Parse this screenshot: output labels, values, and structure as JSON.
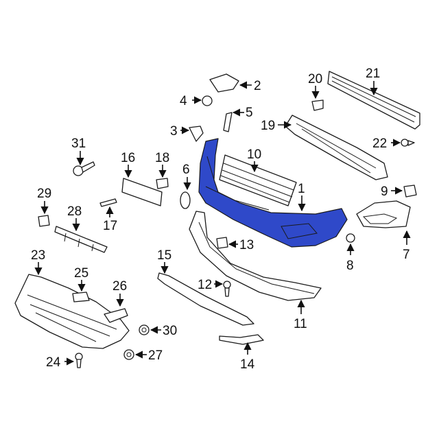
{
  "diagram": {
    "highlight_color": "#2f49c9",
    "callouts": {
      "c1": "1",
      "c2": "2",
      "c3": "3",
      "c4": "4",
      "c5": "5",
      "c6": "6",
      "c7": "7",
      "c8": "8",
      "c9": "9",
      "c10": "10",
      "c11": "11",
      "c12": "12",
      "c13": "13",
      "c14": "14",
      "c15": "15",
      "c16": "16",
      "c17": "17",
      "c18": "18",
      "c19": "19",
      "c20": "20",
      "c21": "21",
      "c22": "22",
      "c23": "23",
      "c24": "24",
      "c25": "25",
      "c26": "26",
      "c27": "27",
      "c28": "28",
      "c29": "29",
      "c30": "30",
      "c31": "31"
    }
  }
}
